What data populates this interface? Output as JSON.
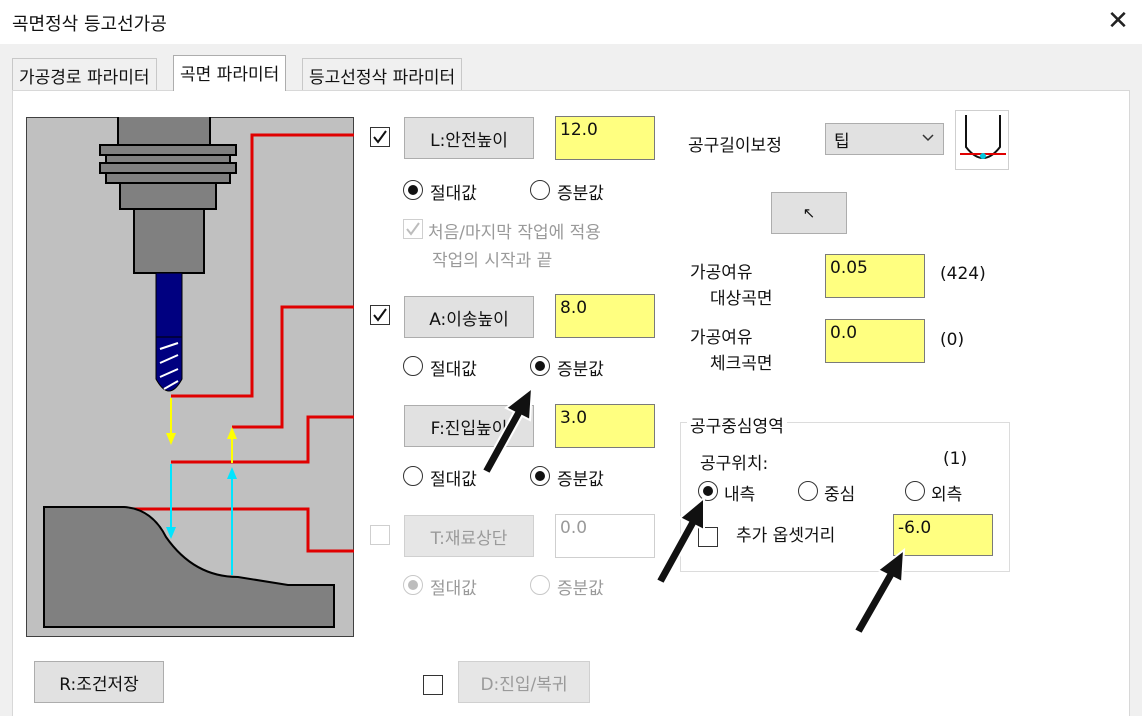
{
  "window": {
    "title": "곡면정삭 등고선가공",
    "close_glyph": "✕"
  },
  "tabs": [
    {
      "label": "가공경로 파라미터",
      "active": false
    },
    {
      "label": "곡면 파라미터",
      "active": true
    },
    {
      "label": "등고선정삭 파라미터",
      "active": false
    }
  ],
  "heights": {
    "safety": {
      "button": "L:안전높이",
      "value": "12.0",
      "checked": true,
      "mode": "absolute",
      "absolute_label": "절대값",
      "incremental_label": "증분값"
    },
    "apply_first_last": {
      "label": "처음/마지막 작업에 적용",
      "sublabel": "작업의 시작과 끝",
      "checked": true
    },
    "retract": {
      "button": "A:이송높이",
      "value": "8.0",
      "checked": true,
      "mode": "incremental",
      "absolute_label": "절대값",
      "incremental_label": "증분값"
    },
    "feed": {
      "button": "F:진입높이",
      "value": "3.0",
      "mode": "incremental",
      "absolute_label": "절대값",
      "incremental_label": "증분값"
    },
    "top": {
      "button": "T:재료상단",
      "value": "0.0",
      "checked": false,
      "mode": "absolute",
      "absolute_label": "절대값",
      "incremental_label": "증분값"
    }
  },
  "tool_length": {
    "label": "공구길이보정",
    "selected": "팁",
    "pointer_glyph": "↖"
  },
  "stock_drive": {
    "label1": "가공여유",
    "label2": "대상곡면",
    "value": "0.05",
    "count": "(424)"
  },
  "stock_check": {
    "label1": "가공여유",
    "label2": "체크곡면",
    "value": "0.0",
    "count": "(0)"
  },
  "tool_center": {
    "title": "공구중심영역",
    "position_label": "공구위치:",
    "count": "(1)",
    "options": [
      "내측",
      "중심",
      "외측"
    ],
    "selected_index": 0,
    "extra_offset_label": "추가 옵셋거리",
    "extra_offset_checked": false,
    "extra_offset_value": "-6.0"
  },
  "bottom": {
    "save_button": "R:조건저장",
    "entry_button": "D:진입/복귀",
    "entry_checked": false
  },
  "colors": {
    "field_bg": "#ffff80",
    "diagram_bg": "#c0c0c0",
    "red_line": "#e00000",
    "cyan_arrow": "#00e5ff",
    "yellow_arrow": "#ffff00",
    "tool_blue": "#000080"
  }
}
